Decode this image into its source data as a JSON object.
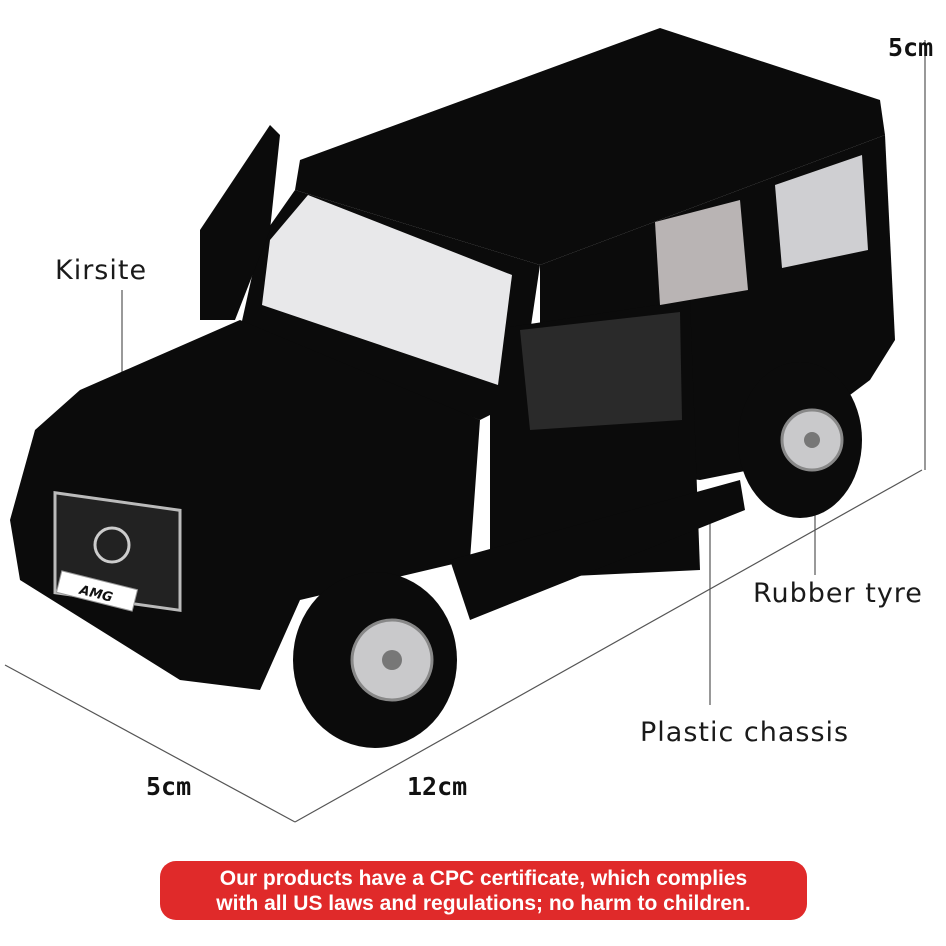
{
  "labels": {
    "material": "Kirsite",
    "tyre": "Rubber tyre",
    "chassis": "Plastic chassis"
  },
  "dimensions": {
    "height": "5cm",
    "width": "5cm",
    "length": "12cm"
  },
  "banner": {
    "line1": "Our products have a CPC certificate, which complies",
    "line2": "with all US laws and regulations; no harm to children."
  },
  "badge_text": "AMG",
  "colors": {
    "banner": "#e02a2a",
    "car": "#0b0b0b"
  }
}
